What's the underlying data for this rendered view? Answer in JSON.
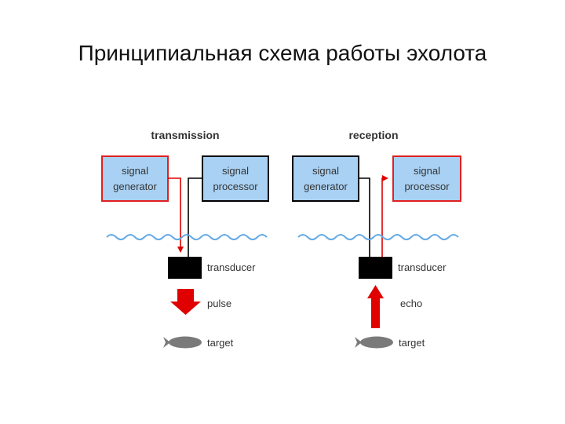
{
  "slide": {
    "title": "Принципиальная схема работы эхолота"
  },
  "colors": {
    "box_fill": "#a9d1f3",
    "active_border": "#e02020",
    "signal_red": "#e00000",
    "wave": "#63a9e6",
    "transducer": "#000000",
    "fish": "#7a7a7a"
  },
  "transmission": {
    "heading": "transmission",
    "generator_label_1": "signal",
    "generator_label_2": "generator",
    "processor_label_1": "signal",
    "processor_label_2": "processor",
    "active_box": "generator",
    "transducer_label": "transducer",
    "wave_label": "pulse",
    "wave_direction": "down",
    "target_label": "target"
  },
  "reception": {
    "heading": "reception",
    "generator_label_1": "signal",
    "generator_label_2": "generator",
    "processor_label_1": "signal",
    "processor_label_2": "processor",
    "active_box": "processor",
    "transducer_label": "transducer",
    "wave_label": "echo",
    "wave_direction": "up",
    "target_label": "target"
  }
}
